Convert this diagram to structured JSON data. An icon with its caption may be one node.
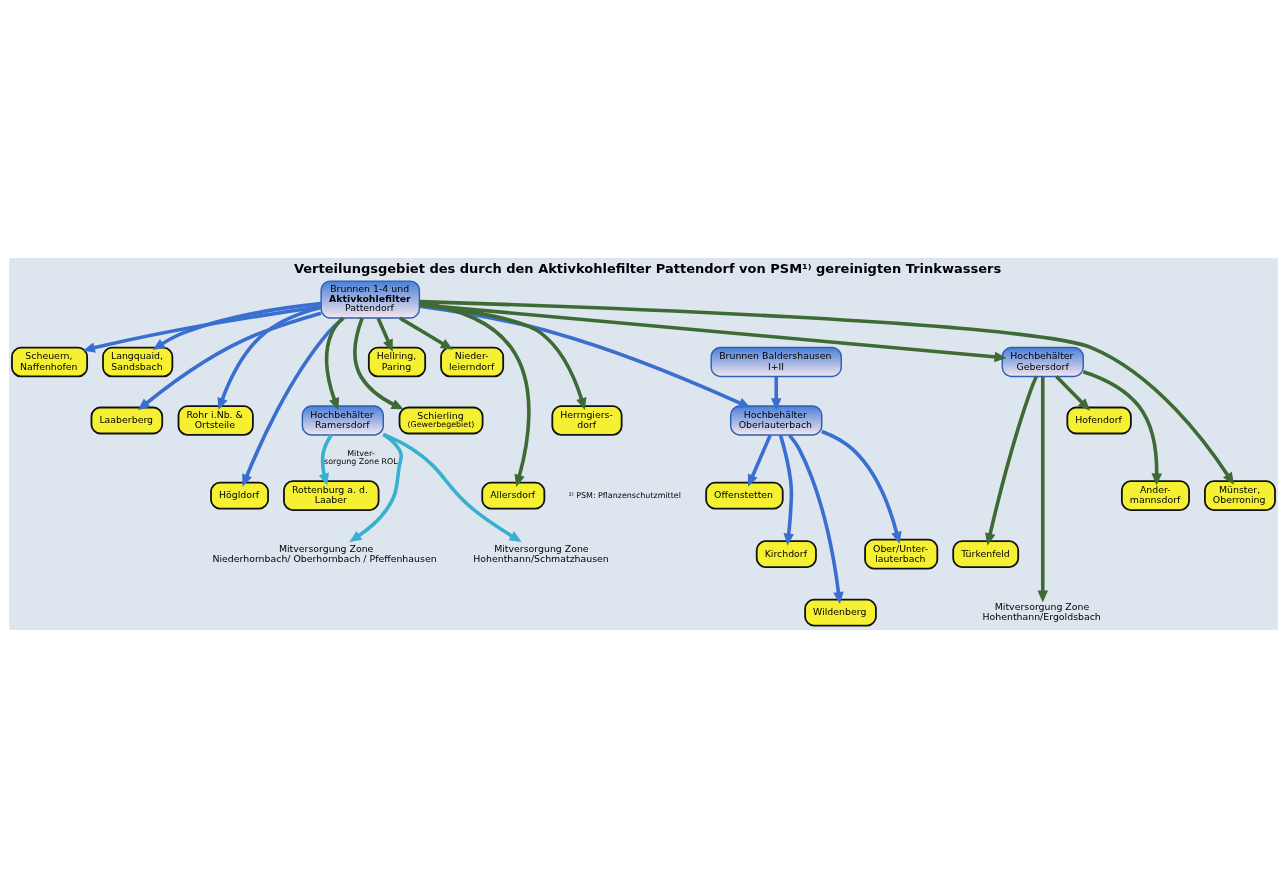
{
  "diagram": {
    "title": "Verteilungsgebiet des durch den Aktivkohlefilter Pattendorf von PSM¹⁾ gereinigten Trinkwassers",
    "nodes": [
      {
        "text": [
          "Scheuern, Naffenhofen"
        ]
      },
      {
        "text": [
          "Langquaid, Sandsbach"
        ]
      },
      {
        "text": [
          "Offenstetten"
        ]
      },
      {
        "text": [
          "Laaberberg"
        ]
      },
      {
        "text": [
          "Rohr i.Nb. & Ortsteile"
        ]
      },
      {
        "text": [
          "Kirchdorf"
        ]
      },
      {
        "text": [
          "Högldorf"
        ]
      },
      {
        "text": [
          "Wildenberg"
        ]
      },
      {
        "text": [
          "Brunnen 1-4 und **Aktivkohlefilter** Pattendorf"
        ]
      },
      {
        "text": [
          "Hochbehälter Oberlauterbach"
        ]
      },
      {
        "text": [
          "Ober/Unter- lauterbach"
        ]
      },
      {
        "text": [
          "Brunnen Baldershausen I+II"
        ]
      },
      {
        "text": [
          "Rottenburg a. d. Laaber"
        ]
      },
      {
        "text": [
          "Hochbehälter Ramersdorf"
        ]
      },
      {
        "text": [
          "Hellring, Paring"
        ]
      },
      {
        "text": [
          "Nieder- leierndorf"
        ]
      },
      {
        "text": [
          "Schierling",
          "(Gewerbegebiet)"
        ]
      },
      {
        "text": [
          "Allersdorf"
        ]
      },
      {
        "text": [
          "Herrngiers- dorf"
        ]
      },
      {
        "text": [
          "Hochbehälter Gebersdorf"
        ]
      },
      {
        "text": [
          "Münster, Oberroning"
        ]
      },
      {
        "text": [
          "Hofendorf"
        ]
      },
      {
        "text": [
          "Ander- mannsdorf"
        ]
      },
      {
        "text": [
          "Türkenfeld"
        ]
      },
      {
        "text": [
          "Mitversorgung Zone Niederhornbach/ Oberhornbach / Pfeffenhausen"
        ]
      },
      {
        "text": [
          "Mitversorgung Zone Hohenthann/Schmatzhausen"
        ]
      },
      {
        "text": [
          "Mitversorgung Zone Hohenthann/Ergoldsbach"
        ]
      }
    ],
    "edges": [
      {
        "from": 8,
        "to": 1,
        "arrow": "to",
        "color": "#3a6fd0"
      },
      {
        "from": 8,
        "to": 3,
        "arrow": "to",
        "color": "#3a6fd0"
      },
      {
        "from": 8,
        "to": 6,
        "arrow": "to",
        "color": "#3a6fd0"
      },
      {
        "from": 8,
        "to": 4,
        "arrow": "to",
        "color": "#3a6fd0"
      },
      {
        "from": 8,
        "to": 0,
        "arrow": "to",
        "color": "#3a6fd0"
      },
      {
        "from": 8,
        "to": 9,
        "arrow": "to",
        "color": "#3a6fd0"
      },
      {
        "from": 11,
        "to": 9,
        "arrow": "to",
        "color": "#3a6fd0"
      },
      {
        "from": 9,
        "to": 2,
        "arrow": "to",
        "color": "#3a6fd0"
      },
      {
        "from": 9,
        "to": 5,
        "arrow": "to",
        "color": "#3a6fd0"
      },
      {
        "from": 9,
        "to": 7,
        "arrow": "to",
        "color": "#3a6fd0"
      },
      {
        "from": 9,
        "to": 10,
        "arrow": "to",
        "color": "#3a6fd0"
      },
      {
        "from": 8,
        "to": 14,
        "arrow": "to",
        "color": "#3e6b35"
      },
      {
        "from": 8,
        "to": 16,
        "arrow": "to",
        "color": "#3e6b35"
      },
      {
        "from": 8,
        "to": 17,
        "arrow": "to",
        "color": "#3e6b35"
      },
      {
        "from": 8,
        "to": 15,
        "arrow": "to",
        "color": "#3e6b35"
      },
      {
        "from": 8,
        "to": 18,
        "arrow": "to",
        "color": "#3e6b35"
      },
      {
        "from": 8,
        "to": 20,
        "arrow": "to",
        "color": "#3e6b35"
      },
      {
        "from": 8,
        "to": 19,
        "arrow": "to",
        "color": "#3e6b35"
      },
      {
        "from": 8,
        "to": 13,
        "arrow": "to",
        "color": "#3e6b35"
      },
      {
        "from": 19,
        "to": 21,
        "arrow": "to",
        "color": "#3e6b35"
      },
      {
        "from": 19,
        "to": 22,
        "arrow": "to",
        "color": "#3e6b35"
      },
      {
        "from": 19,
        "to": 23,
        "arrow": "to",
        "color": "#3e6b35"
      },
      {
        "from": 19,
        "to": 26,
        "arrow": "to",
        "color": "#3e6b35"
      },
      {
        "from": 13,
        "to": 12,
        "arrow": "to",
        "label": "Mitver- sorgung Zone ROL",
        "color": "#38b0d0"
      },
      {
        "from": 13,
        "to": 24,
        "arrow": "to",
        "color": "#38b0d0"
      },
      {
        "from": 13,
        "to": 25,
        "arrow": "to",
        "color": "#38b0d0"
      }
    ],
    "labels": [
      "¹⁾ PSM: Pflanzenschutzmittel"
    ]
  }
}
